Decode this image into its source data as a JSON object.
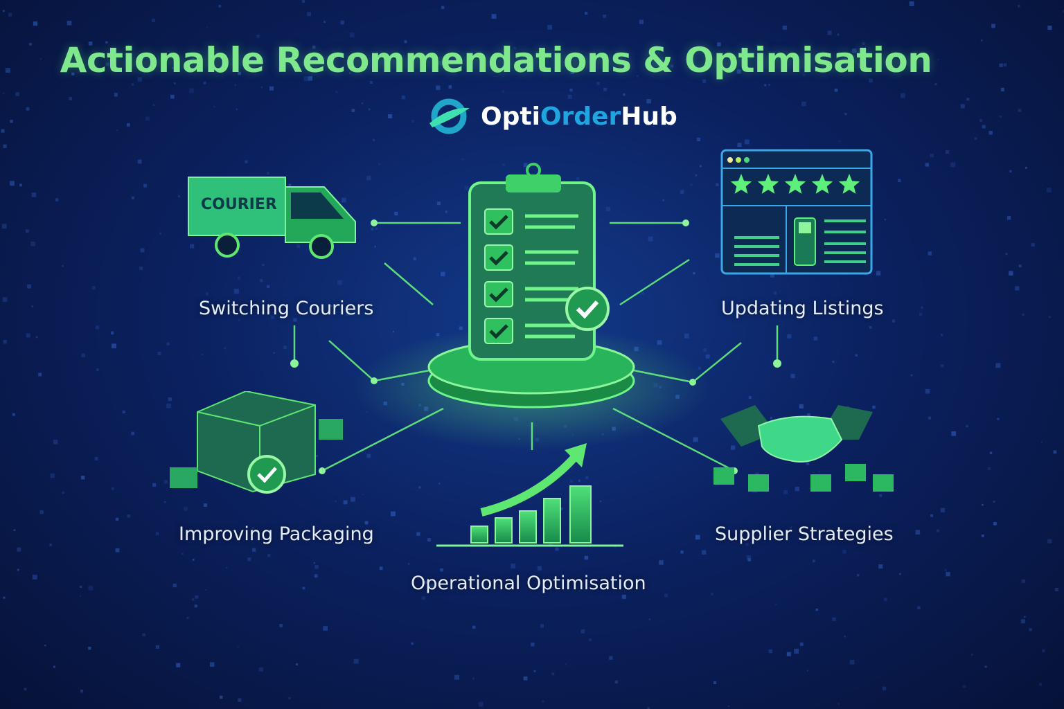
{
  "title": "Actionable Recommendations & Optimisation",
  "brand": {
    "part1": "Opti",
    "part2": "Order",
    "part3": "Hub"
  },
  "courier_truck_text": "COURIER",
  "items": [
    {
      "label": "Switching Couriers",
      "icon": "courier-truck-icon"
    },
    {
      "label": "Updating Listings",
      "icon": "listing-rating-icon"
    },
    {
      "label": "Improving Packaging",
      "icon": "package-check-icon"
    },
    {
      "label": "Supplier Strategies",
      "icon": "handshake-icon"
    },
    {
      "label": "Operational Optimisation",
      "icon": "growth-chart-icon"
    }
  ],
  "center_icon": "checklist-clipboard-icon",
  "colors": {
    "accent": "#5ee872",
    "brand_blue": "#1fa6e0",
    "background": "#0b2160"
  }
}
